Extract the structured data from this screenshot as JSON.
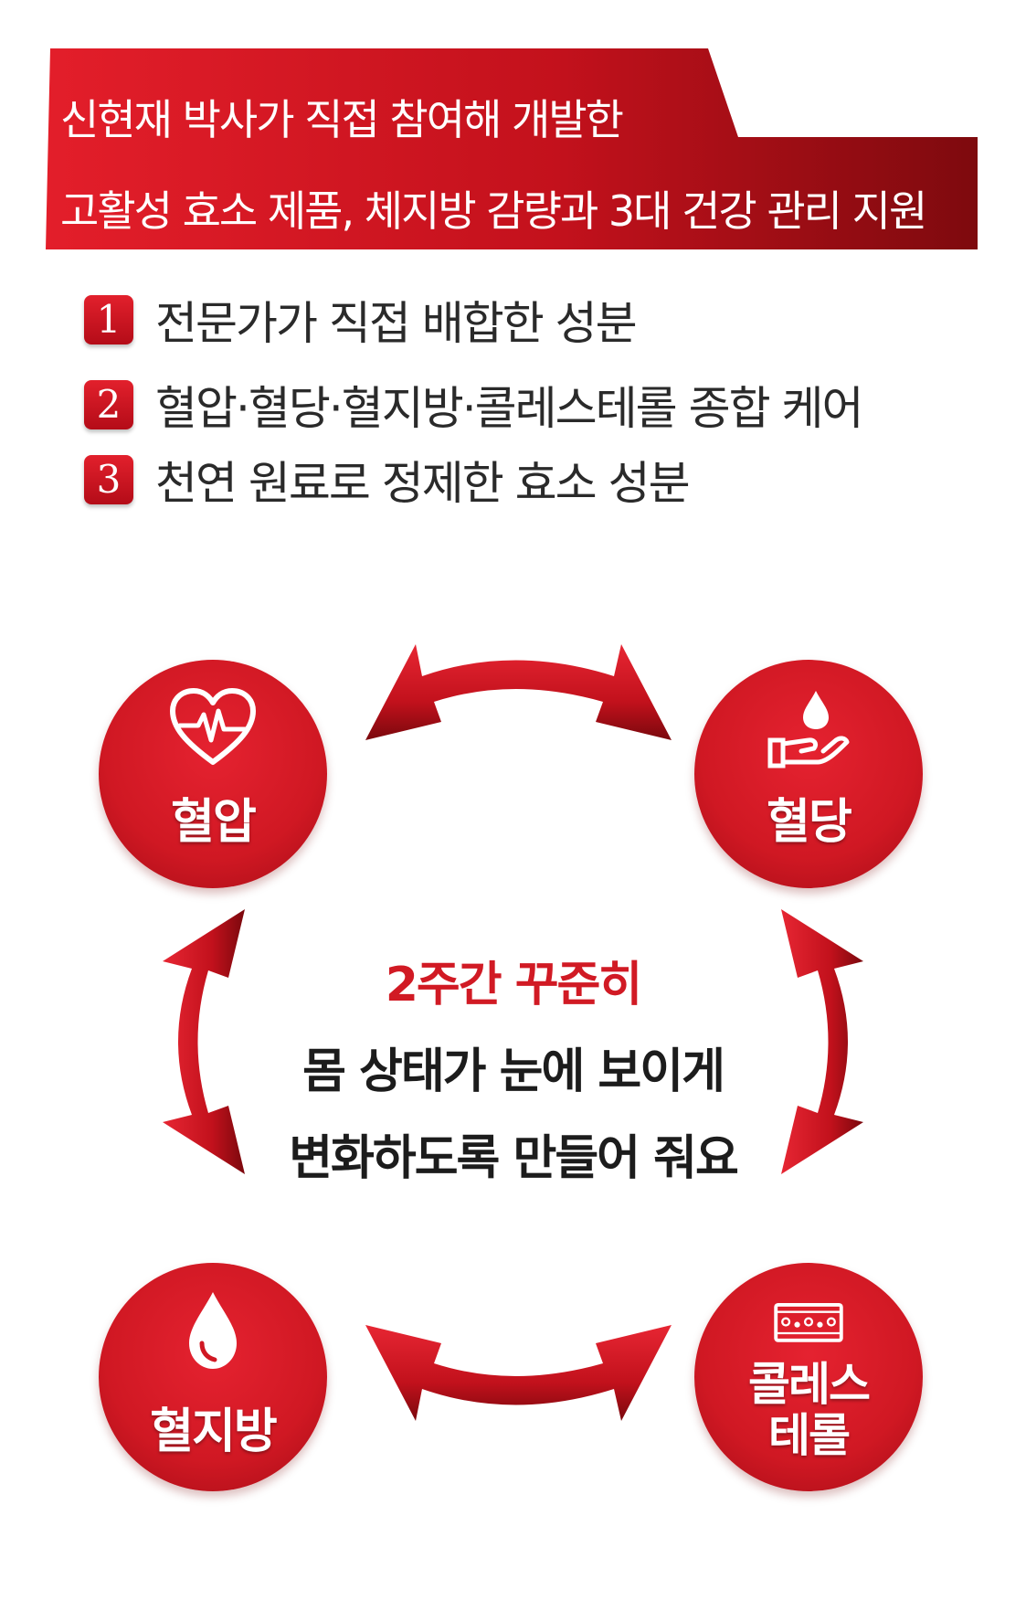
{
  "header": {
    "line1": "신현재 박사가 직접 참여해 개발한",
    "line2": "고활성 효소 제품, 체지방 감량과 3대 건강 관리 지원"
  },
  "features": [
    {
      "number": "1",
      "text": "전문가가 직접 배합한 성분"
    },
    {
      "number": "2",
      "text": "혈압·혈당·혈지방·콜레스테롤 종합 케어"
    },
    {
      "number": "3",
      "text": "천연 원료로 정제한 효소 성분"
    }
  ],
  "cycle": {
    "nodes": {
      "blood_pressure": {
        "label": "혈압",
        "icon": "heart-pulse-icon"
      },
      "blood_sugar": {
        "label": "혈당",
        "icon": "hand-drop-icon"
      },
      "blood_fat": {
        "label": "혈지방",
        "icon": "drop-icon"
      },
      "cholesterol": {
        "label_line1": "콜레스",
        "label_line2": "테롤",
        "icon": "vessel-icon"
      }
    },
    "center": {
      "line1": "2주간 꾸준히",
      "line2": "몸 상태가 눈에 보이게",
      "line3": "변화하도록 만들어 줘요"
    }
  },
  "colors": {
    "brand_red": "#d01823",
    "dark_red": "#8a0a10",
    "text_dark": "#1c1c1c"
  }
}
